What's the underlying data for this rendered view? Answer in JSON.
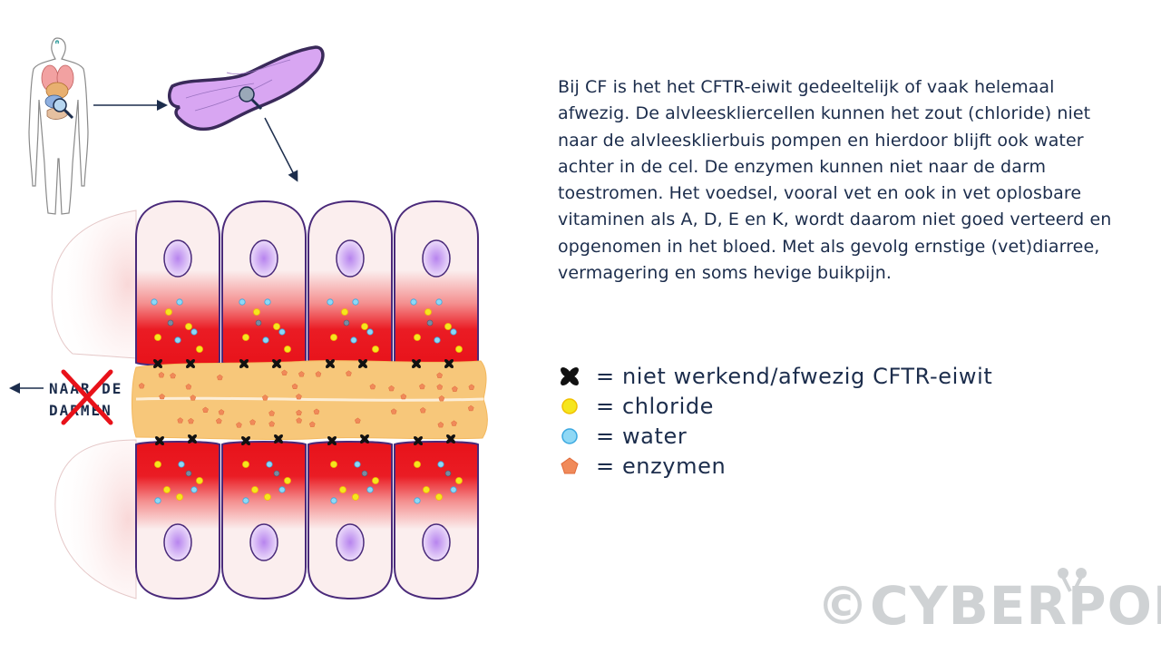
{
  "outlet_label": "NAAR DE DARMEN",
  "description": "Bij CF is het het CFTR-eiwit gedeeltelijk of vaak helemaal afwezig. De alvleeskliercellen kunnen het zout (chloride) niet naar de alvleesklierbuis pompen en hierdoor blijft ook water achter in de cel. De enzymen kunnen niet naar de darm toestromen. Het voedsel, vooral vet en ook in vet oplosbare vitaminen als A, D, E en K, wordt daarom niet goed verteerd en opgenomen in het bloed. Met als gevolg ernstige (vet)diarree, vermagering en soms hevige buikpijn.",
  "legend": [
    {
      "icon": "cftr-protein-icon",
      "label": "= niet werkend/afwezig CFTR-eiwit"
    },
    {
      "icon": "chloride-dot-icon",
      "label": "= chloride"
    },
    {
      "icon": "water-dot-icon",
      "label": "= water"
    },
    {
      "icon": "enzyme-pentagon-icon",
      "label": "= enzymen"
    }
  ],
  "watermark": "©CYBERPOLI",
  "colors": {
    "cell_outline": "#4a2a7a",
    "cell_fill": "#fbeeee",
    "nucleus": "#c9a6f0",
    "cytoplasm_red": "#e8121a",
    "duct": "#f7c77a",
    "enzyme": "#f08a5a",
    "chloride": "#f5e61e",
    "water": "#6ec8ef",
    "arrow": "#1c2d4c",
    "pancreas": "#d8a6f2"
  }
}
